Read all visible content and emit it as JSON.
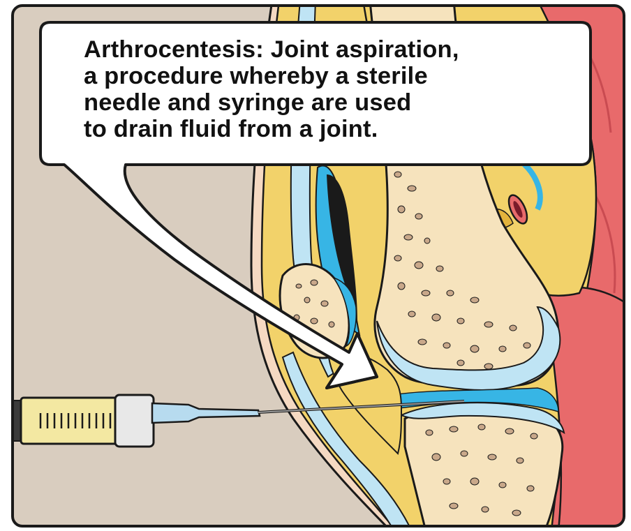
{
  "caption": {
    "lines": [
      "Arthrocentesis: Joint aspiration,",
      "a procedure whereby a sterile",
      "needle and syringe are used",
      "to drain fluid from a joint."
    ]
  },
  "colors": {
    "background": "#d9cdbf",
    "bone_cortex": "#f4dfa4",
    "bone_marrow": "#f6e3bd",
    "trabeculae": "#c9a88a",
    "fat": "#f2d26a",
    "fat_dark": "#e3b33c",
    "muscle": "#e86a6b",
    "muscle_dark": "#c94b51",
    "cartilage": "#bfe4f4",
    "synovial_fluid": "#37b5e5",
    "syringe_barrel": "#f3e8a2",
    "syringe_hub": "#b7dbef",
    "outline": "#1a1a1a",
    "callout_fill": "#ffffff"
  },
  "icons": [
    "syringe-icon",
    "needle-icon",
    "pointer-arrow-icon"
  ]
}
